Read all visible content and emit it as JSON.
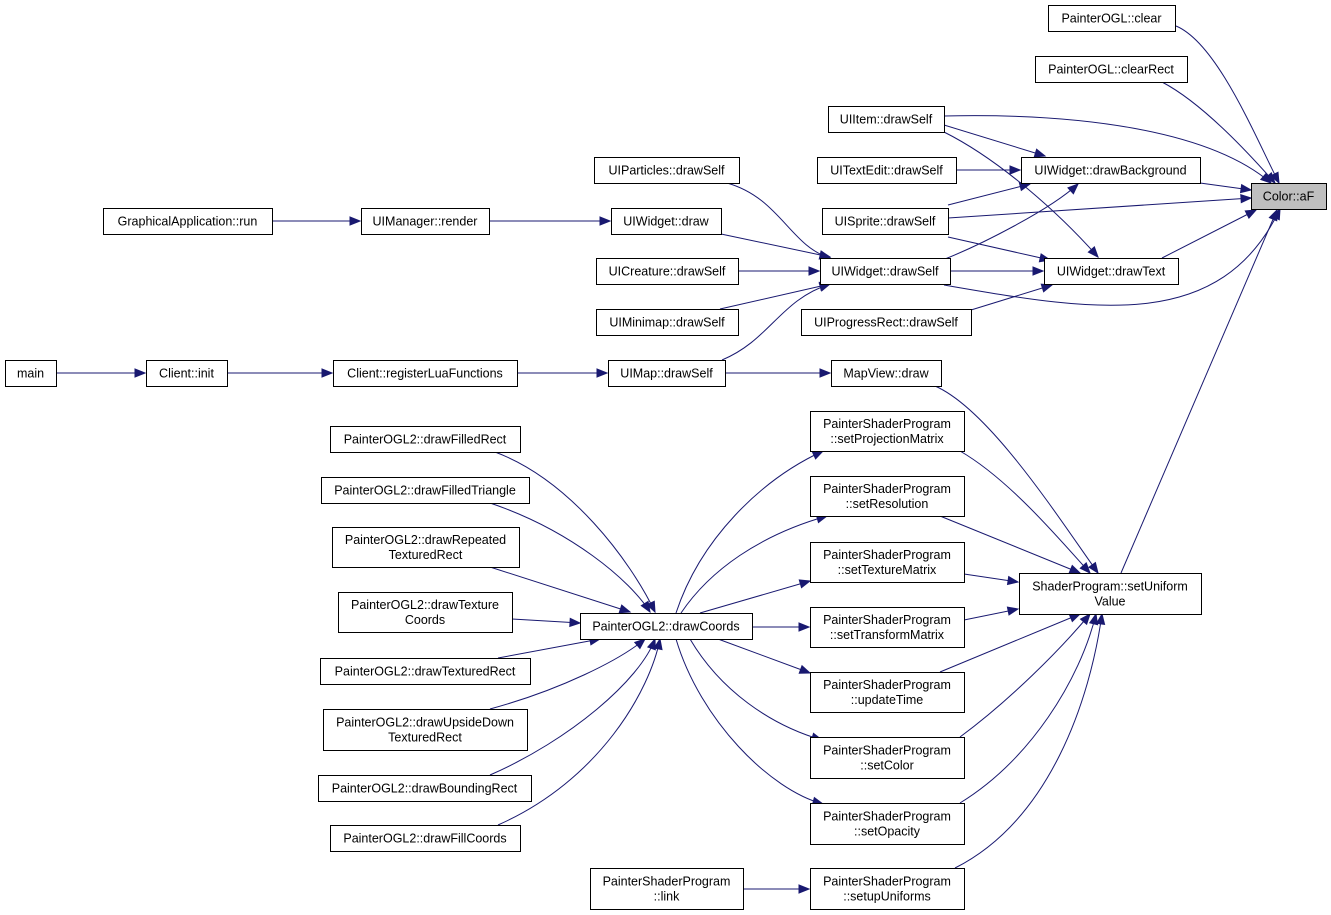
{
  "diagram": {
    "nodes": [
      {
        "id": "color_af",
        "lines": [
          "Color::aF"
        ],
        "current": true
      },
      {
        "id": "painterogl_clear",
        "lines": [
          "PainterOGL::clear"
        ]
      },
      {
        "id": "painterogl_clearrect",
        "lines": [
          "PainterOGL::clearRect"
        ]
      },
      {
        "id": "uiitem_drawself",
        "lines": [
          "UIItem::drawSelf"
        ]
      },
      {
        "id": "uitextedit_drawself",
        "lines": [
          "UITextEdit::drawSelf"
        ]
      },
      {
        "id": "uiwidget_drawbackground",
        "lines": [
          "UIWidget::drawBackground"
        ]
      },
      {
        "id": "uiparticles_drawself",
        "lines": [
          "UIParticles::drawSelf"
        ]
      },
      {
        "id": "uisprite_drawself",
        "lines": [
          "UISprite::drawSelf"
        ]
      },
      {
        "id": "graphicalapplication_run",
        "lines": [
          "GraphicalApplication::run"
        ]
      },
      {
        "id": "uimanager_render",
        "lines": [
          "UIManager::render"
        ]
      },
      {
        "id": "uiwidget_draw",
        "lines": [
          "UIWidget::draw"
        ]
      },
      {
        "id": "uicreature_drawself",
        "lines": [
          "UICreature::drawSelf"
        ]
      },
      {
        "id": "uiwidget_drawself",
        "lines": [
          "UIWidget::drawSelf"
        ]
      },
      {
        "id": "uiwidget_drawtext",
        "lines": [
          "UIWidget::drawText"
        ]
      },
      {
        "id": "uiminimap_drawself",
        "lines": [
          "UIMinimap::drawSelf"
        ]
      },
      {
        "id": "uiprogressrect_drawself",
        "lines": [
          "UIProgressRect::drawSelf"
        ]
      },
      {
        "id": "main",
        "lines": [
          "main"
        ]
      },
      {
        "id": "client_init",
        "lines": [
          "Client::init"
        ]
      },
      {
        "id": "client_registerluafunctions",
        "lines": [
          "Client::registerLuaFunctions"
        ]
      },
      {
        "id": "uimap_drawself",
        "lines": [
          "UIMap::drawSelf"
        ]
      },
      {
        "id": "mapview_draw",
        "lines": [
          "MapView::draw"
        ]
      },
      {
        "id": "painterogl2_drawfilledrect",
        "lines": [
          "PainterOGL2::drawFilledRect"
        ]
      },
      {
        "id": "psp_setprojectionmatrix",
        "lines": [
          "PainterShaderProgram",
          "::setProjectionMatrix"
        ]
      },
      {
        "id": "painterogl2_drawfilledtriangle",
        "lines": [
          "PainterOGL2::drawFilledTriangle"
        ]
      },
      {
        "id": "psp_setresolution",
        "lines": [
          "PainterShaderProgram",
          "::setResolution"
        ]
      },
      {
        "id": "painterogl2_drawrepeatedtexturedrect",
        "lines": [
          "PainterOGL2::drawRepeated",
          "TexturedRect"
        ]
      },
      {
        "id": "psp_settexturematrix",
        "lines": [
          "PainterShaderProgram",
          "::setTextureMatrix"
        ]
      },
      {
        "id": "shaderprogram_setuniformvalue",
        "lines": [
          "ShaderProgram::setUniform",
          "Value"
        ]
      },
      {
        "id": "painterogl2_drawtexturecoords",
        "lines": [
          "PainterOGL2::drawTexture",
          "Coords"
        ]
      },
      {
        "id": "painterogl2_drawcoords",
        "lines": [
          "PainterOGL2::drawCoords"
        ]
      },
      {
        "id": "psp_settransformmatrix",
        "lines": [
          "PainterShaderProgram",
          "::setTransformMatrix"
        ]
      },
      {
        "id": "painterogl2_drawtexturedrect",
        "lines": [
          "PainterOGL2::drawTexturedRect"
        ]
      },
      {
        "id": "psp_updatetime",
        "lines": [
          "PainterShaderProgram",
          "::updateTime"
        ]
      },
      {
        "id": "painterogl2_drawupsidedowntexturedrect",
        "lines": [
          "PainterOGL2::drawUpsideDown",
          "TexturedRect"
        ]
      },
      {
        "id": "psp_setcolor",
        "lines": [
          "PainterShaderProgram",
          "::setColor"
        ]
      },
      {
        "id": "painterogl2_drawboundingrect",
        "lines": [
          "PainterOGL2::drawBoundingRect"
        ]
      },
      {
        "id": "psp_setopacity",
        "lines": [
          "PainterShaderProgram",
          "::setOpacity"
        ]
      },
      {
        "id": "painterogl2_drawfillcoords",
        "lines": [
          "PainterOGL2::drawFillCoords"
        ]
      },
      {
        "id": "psp_link",
        "lines": [
          "PainterShaderProgram",
          "::link"
        ]
      },
      {
        "id": "psp_setupuniforms",
        "lines": [
          "PainterShaderProgram",
          "::setupUniforms"
        ]
      }
    ],
    "edges": [
      {
        "from": "painterogl_clear",
        "to": "color_af"
      },
      {
        "from": "painterogl_clearrect",
        "to": "color_af"
      },
      {
        "from": "uiitem_drawself",
        "to": "color_af"
      },
      {
        "from": "uiitem_drawself",
        "to": "uiwidget_drawbackground"
      },
      {
        "from": "uiitem_drawself",
        "to": "uiwidget_drawtext"
      },
      {
        "from": "uitextedit_drawself",
        "to": "uiwidget_drawbackground"
      },
      {
        "from": "uiwidget_drawbackground",
        "to": "color_af"
      },
      {
        "from": "uisprite_drawself",
        "to": "color_af"
      },
      {
        "from": "uisprite_drawself",
        "to": "uiwidget_drawbackground"
      },
      {
        "from": "uisprite_drawself",
        "to": "uiwidget_drawtext"
      },
      {
        "from": "uiwidget_drawtext",
        "to": "color_af"
      },
      {
        "from": "uiwidget_drawself",
        "to": "color_af"
      },
      {
        "from": "uiwidget_drawself",
        "to": "uiwidget_drawbackground"
      },
      {
        "from": "uiwidget_drawself",
        "to": "uiwidget_drawtext"
      },
      {
        "from": "uiprogressrect_drawself",
        "to": "uiwidget_drawtext"
      },
      {
        "from": "graphicalapplication_run",
        "to": "uimanager_render"
      },
      {
        "from": "uimanager_render",
        "to": "uiwidget_draw"
      },
      {
        "from": "uiwidget_draw",
        "to": "uiwidget_drawself"
      },
      {
        "from": "uiparticles_drawself",
        "to": "uiwidget_drawself"
      },
      {
        "from": "uicreature_drawself",
        "to": "uiwidget_drawself"
      },
      {
        "from": "uiminimap_drawself",
        "to": "uiwidget_drawself"
      },
      {
        "from": "uimap_drawself",
        "to": "uiwidget_drawself"
      },
      {
        "from": "main",
        "to": "client_init"
      },
      {
        "from": "client_init",
        "to": "client_registerluafunctions"
      },
      {
        "from": "client_registerluafunctions",
        "to": "uimap_drawself"
      },
      {
        "from": "uimap_drawself",
        "to": "mapview_draw"
      },
      {
        "from": "mapview_draw",
        "to": "shaderprogram_setuniformvalue"
      },
      {
        "from": "shaderprogram_setuniformvalue",
        "to": "color_af"
      },
      {
        "from": "psp_setprojectionmatrix",
        "to": "shaderprogram_setuniformvalue"
      },
      {
        "from": "psp_setresolution",
        "to": "shaderprogram_setuniformvalue"
      },
      {
        "from": "psp_settexturematrix",
        "to": "shaderprogram_setuniformvalue"
      },
      {
        "from": "psp_settransformmatrix",
        "to": "shaderprogram_setuniformvalue"
      },
      {
        "from": "psp_updatetime",
        "to": "shaderprogram_setuniformvalue"
      },
      {
        "from": "psp_setcolor",
        "to": "shaderprogram_setuniformvalue"
      },
      {
        "from": "psp_setopacity",
        "to": "shaderprogram_setuniformvalue"
      },
      {
        "from": "psp_setupuniforms",
        "to": "shaderprogram_setuniformvalue"
      },
      {
        "from": "psp_link",
        "to": "psp_setupuniforms"
      },
      {
        "from": "painterogl2_drawcoords",
        "to": "psp_setprojectionmatrix"
      },
      {
        "from": "painterogl2_drawcoords",
        "to": "psp_setresolution"
      },
      {
        "from": "painterogl2_drawcoords",
        "to": "psp_settexturematrix"
      },
      {
        "from": "painterogl2_drawcoords",
        "to": "psp_settransformmatrix"
      },
      {
        "from": "painterogl2_drawcoords",
        "to": "psp_updatetime"
      },
      {
        "from": "painterogl2_drawcoords",
        "to": "psp_setcolor"
      },
      {
        "from": "painterogl2_drawcoords",
        "to": "psp_setopacity"
      },
      {
        "from": "painterogl2_drawfilledrect",
        "to": "painterogl2_drawcoords"
      },
      {
        "from": "painterogl2_drawfilledtriangle",
        "to": "painterogl2_drawcoords"
      },
      {
        "from": "painterogl2_drawrepeatedtexturedrect",
        "to": "painterogl2_drawcoords"
      },
      {
        "from": "painterogl2_drawtexturecoords",
        "to": "painterogl2_drawcoords"
      },
      {
        "from": "painterogl2_drawtexturedrect",
        "to": "painterogl2_drawcoords"
      },
      {
        "from": "painterogl2_drawupsidedowntexturedrect",
        "to": "painterogl2_drawcoords"
      },
      {
        "from": "painterogl2_drawboundingrect",
        "to": "painterogl2_drawcoords"
      },
      {
        "from": "painterogl2_drawfillcoords",
        "to": "painterogl2_drawcoords"
      }
    ]
  }
}
